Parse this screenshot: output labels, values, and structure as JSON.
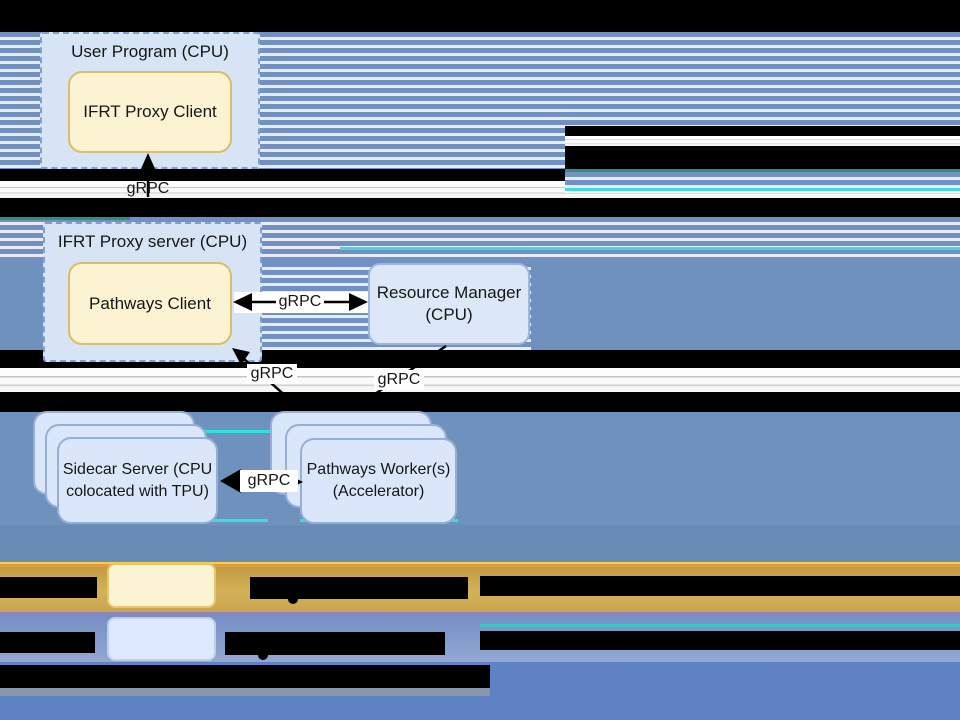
{
  "diagram": {
    "nodes": {
      "user_program": {
        "title": "User Program (CPU)"
      },
      "ifrt_proxy_client": {
        "label": "IFRT Proxy Client"
      },
      "ifrt_proxy_server": {
        "title": "IFRT Proxy server (CPU)"
      },
      "pathways_client": {
        "label": "Pathways Client"
      },
      "resource_manager": {
        "line1": "Resource Manager",
        "line2": "(CPU)"
      },
      "sidecar_server": {
        "line1": "Sidecar Server (CPU",
        "line2": "colocated with TPU)"
      },
      "pathways_workers": {
        "line1": "Pathways Worker(s)",
        "line2": "(Accelerator)"
      }
    },
    "edges": [
      {
        "from": "ifrt-proxy-server",
        "to": "ifrt-proxy-client",
        "label": "gRPC",
        "direction": "up"
      },
      {
        "from": "resource-manager",
        "to": "pathways-client",
        "label": "gRPC",
        "direction": "both"
      },
      {
        "from": "pathways-workers",
        "to": "pathways-client",
        "label": "gRPC",
        "direction": "up-left"
      },
      {
        "from": "resource-manager",
        "to": "pathways-workers",
        "label": "gRPC",
        "direction": "down-left"
      },
      {
        "from": "sidecar-server",
        "to": "pathways-workers",
        "label": "gRPC",
        "direction": "both"
      }
    ],
    "legend": {
      "rows": [
        {
          "swatch_fill": "#FCF3D2",
          "swatch_border": "#E3C573",
          "label": "",
          "label_redacted": true
        },
        {
          "swatch_fill": "#DCE8FB",
          "swatch_border": "#BCCFEA",
          "label": "",
          "label_redacted": true
        }
      ]
    },
    "colors": {
      "stripe_blue": "#7390C3",
      "stripe_light": "#E6EDF9",
      "background_blue": "#6E92BD",
      "gold_band": "#C9A64D",
      "legend_blue_band": "#7590C7",
      "bottom_blue": "#5F82C4",
      "container_fill": "#D6E4F6",
      "container_dash": "#7FA0CC",
      "yellow_fill": "#FCF3D2",
      "yellow_border": "#DCBC68",
      "node_fill": "#DAE6FA",
      "node_border": "#97AFD3",
      "arrow": "#000000"
    }
  }
}
